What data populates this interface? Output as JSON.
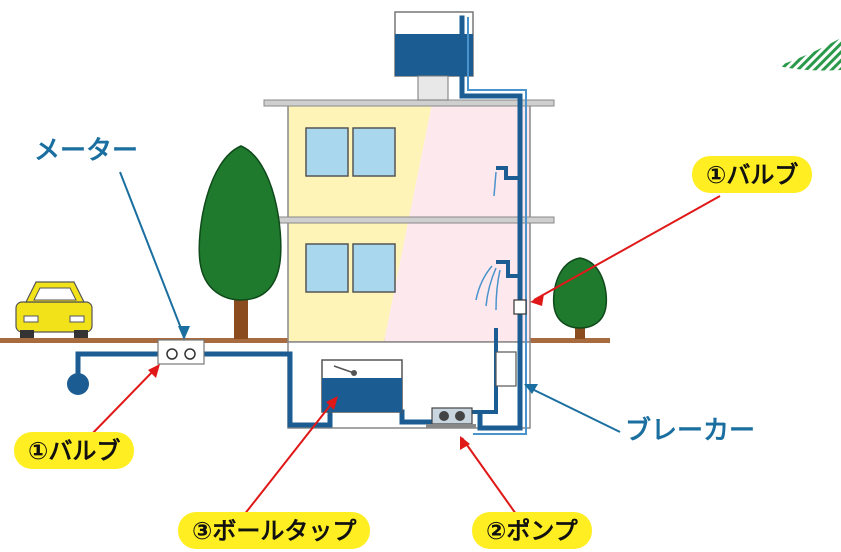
{
  "labels": {
    "meter": "メーター",
    "breaker": "ブレーカー",
    "valve_top": "①バルブ",
    "valve_bottom": "①バルブ",
    "pump": "②ポンプ",
    "ball_tap": "③ボールタップ"
  },
  "colors": {
    "pipe": "#1b5c93",
    "pipe_light": "#4a93cc",
    "ground": "#a86a3f",
    "wall_left": "#fff4b8",
    "wall_right": "#fde8ee",
    "window": "#a9d8ee",
    "tree": "#1f7a2e",
    "trunk": "#8a4b1e",
    "pill": "#ffee22",
    "leader_red": "#e01818",
    "leader_blue": "#1a6fa0",
    "car": "#f2e21a"
  }
}
